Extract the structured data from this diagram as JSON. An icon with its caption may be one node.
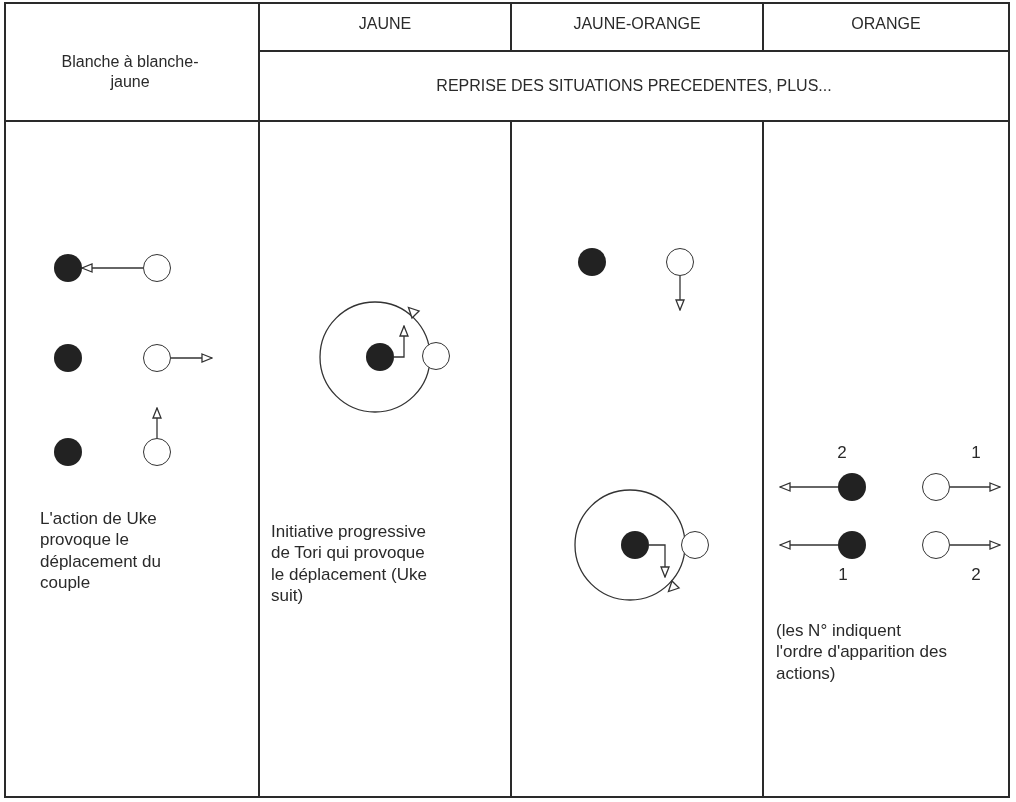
{
  "diagram": {
    "nodes": [
      {
        "text": [],
        "shape": "dot"
      },
      {
        "text": [],
        "shape": "circle"
      },
      {
        "text": [],
        "shape": "dot"
      },
      {
        "text": [],
        "shape": "circle"
      },
      {
        "text": [],
        "shape": "dot"
      },
      {
        "text": [],
        "shape": "circle"
      },
      {
        "text": [],
        "shape": "dot"
      },
      {
        "text": [],
        "shape": "circle"
      },
      {
        "text": [],
        "shape": "dot"
      },
      {
        "text": [],
        "shape": "circle"
      },
      {
        "text": [],
        "shape": "dot"
      },
      {
        "text": [],
        "shape": "circle"
      },
      {
        "text": [],
        "shape": "dot"
      },
      {
        "text": [],
        "shape": "circle"
      },
      {
        "text": [],
        "shape": "dot"
      },
      {
        "text": [],
        "shape": "circle"
      }
    ],
    "edges": [
      {
        "from": 1,
        "to": 0,
        "arrow": "to"
      },
      {
        "from": 3,
        "to": null,
        "arrow": "to"
      },
      {
        "from": 5,
        "to": null,
        "arrow": "to"
      },
      {
        "from": 6,
        "to": null,
        "arrow": "to"
      },
      {
        "from": 9,
        "to": null,
        "arrow": "to"
      },
      {
        "from": 10,
        "to": null,
        "arrow": "to"
      },
      {
        "from": 12,
        "to": null,
        "arrow": "to"
      },
      {
        "from": 13,
        "to": null,
        "arrow": "to"
      },
      {
        "from": 14,
        "to": null,
        "arrow": "to"
      },
      {
        "from": 15,
        "to": null,
        "arrow": "to"
      }
    ],
    "labels": [
      "Blanche à blanche-jaune",
      "JAUNE",
      "JAUNE-ORANGE",
      "ORANGE",
      "REPRISE DES SITUATIONS PRECEDENTES, PLUS...",
      "2",
      "1",
      "L'action de Uke provoque le déplacement du couple",
      "Initiative progressive de Tori qui provoque le déplacement (Uke suit)",
      "1",
      "2",
      "(les N° indiquent l'ordre d'apparition des actions)"
    ]
  }
}
